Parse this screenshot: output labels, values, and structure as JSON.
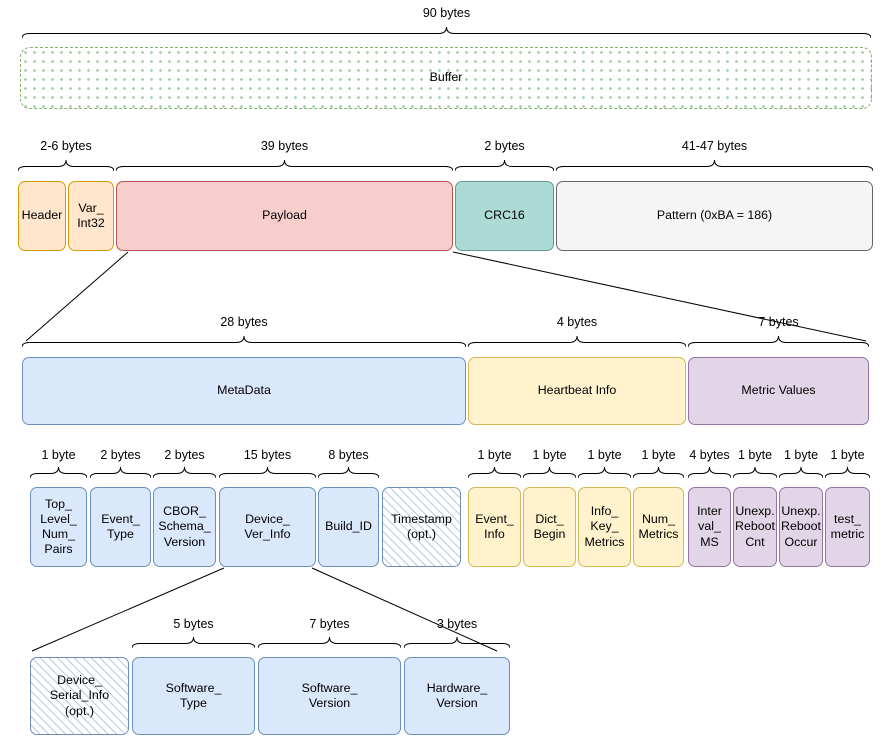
{
  "buffer": {
    "size": "90 bytes",
    "label": "Buffer"
  },
  "frame": {
    "sizes": [
      "2-6 bytes",
      "39 bytes",
      "2 bytes",
      "41-47 bytes"
    ],
    "boxes": [
      "Header",
      "Var_\nInt32",
      "Payload",
      "CRC16",
      "Pattern (0xBA = 186)"
    ]
  },
  "payload": {
    "sizes": [
      "28 bytes",
      "4 bytes",
      "7 bytes"
    ],
    "boxes": [
      "MetaData",
      "Heartbeat Info",
      "Metric Values"
    ]
  },
  "fields": {
    "sizes": [
      "1 byte",
      "2 bytes",
      "2 bytes",
      "15 bytes",
      "8 bytes",
      "1 byte",
      "1 byte",
      "1 byte",
      "1 byte",
      "4 bytes",
      "1 byte",
      "1 byte",
      "1 byte"
    ],
    "metadata_boxes": [
      "Top_\nLevel_\nNum_\nPairs",
      "Event_\nType",
      "CBOR_\nSchema_\nVersion",
      "Device_\nVer_Info",
      "Build_ID",
      "Timestamp\n(opt.)"
    ],
    "heartbeat_boxes": [
      "Event_\nInfo",
      "Dict_\nBegin",
      "Info_\nKey_\nMetrics",
      "Num_\nMetrics"
    ],
    "metric_boxes": [
      "Inter\nval_\nMS",
      "Unexp.\nReboot\nCnt",
      "Unexp.\nReboot\nOccur",
      "test_\nmetric"
    ]
  },
  "device_ver_info": {
    "sizes": [
      "5 bytes",
      "7 bytes",
      "3 bytes"
    ],
    "boxes": [
      "Device_\nSerial_Info\n(opt.)",
      "Software_\nType",
      "Software_\nVersion",
      "Hardware_\nVersion"
    ]
  }
}
